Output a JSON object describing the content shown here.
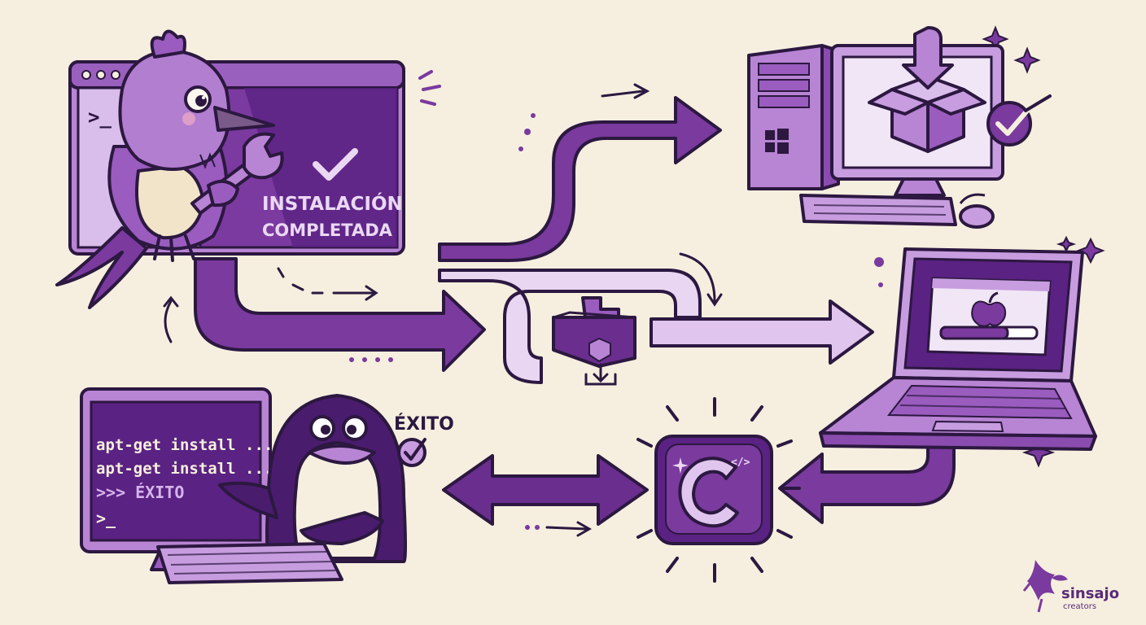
{
  "top_window": {
    "prompt": ">_",
    "status_line1": "INSTALACIÓN",
    "status_line2": "COMPLETADA"
  },
  "terminal": {
    "lines": [
      "apt-get install ...",
      "apt-get install ...",
      ">>>  ÉXITO",
      ">_"
    ]
  },
  "success_label": "ÉXITO",
  "brand": {
    "name": "sinsajo",
    "sub": "creators"
  },
  "icons": {
    "bird": "bird-mascot-icon",
    "wrench": "wrench-icon",
    "windows_pc": "windows-desktop-icon",
    "package": "package-box-icon",
    "apple_laptop": "apple-laptop-icon",
    "penguin": "linux-penguin-icon",
    "c_lang": "c-language-icon",
    "installer": "installer-package-icon"
  },
  "colors": {
    "background": "#f6efdf",
    "primary": "#7a3a9e",
    "dark": "#2c1840",
    "light": "#c9a2e0",
    "pale": "#e2cdef"
  }
}
